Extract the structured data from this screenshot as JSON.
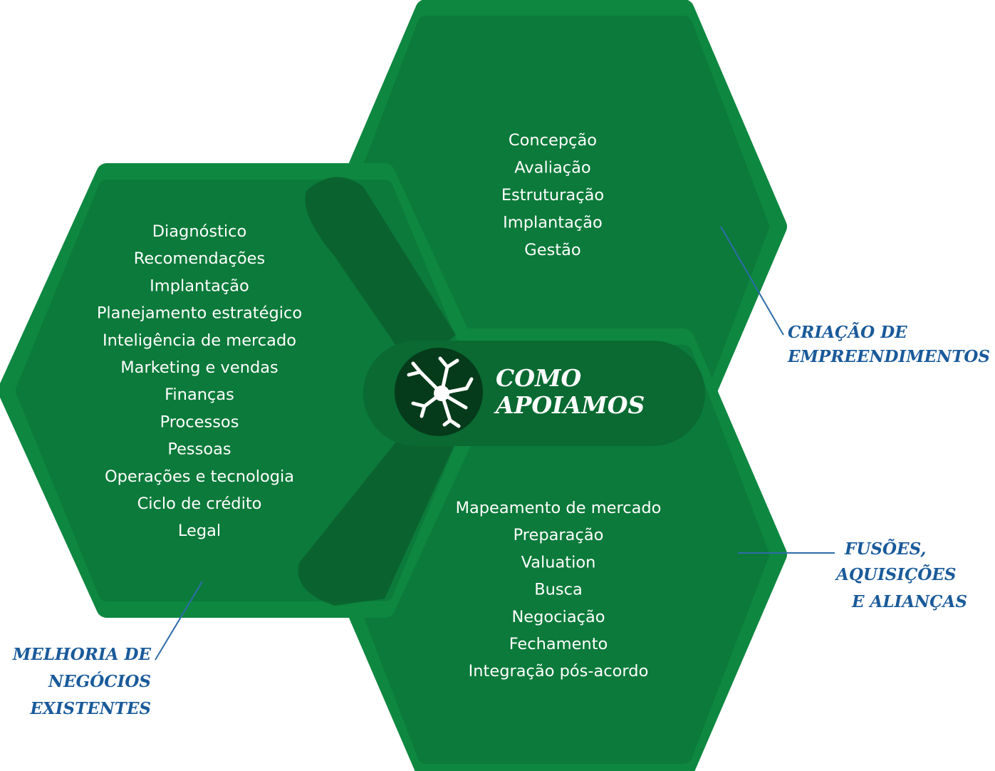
{
  "colors": {
    "hex_fill": "#0b7a3a",
    "hex_rim": "#0e8740",
    "overlap": "#0a5f2d",
    "center_pill": "#0a6a32",
    "center_core": "#053a1a",
    "callout_text": "#1a5a9a",
    "leader_line": "#2d6ca8"
  },
  "center": {
    "icon": "neuron-icon",
    "line1": "COMO",
    "line2": "APOIAMOS"
  },
  "sections": {
    "criacao": {
      "label_line1": "CRIAÇÃO DE",
      "label_line2": "EMPREENDIMENTOS",
      "items": [
        "Concepção",
        "Avaliação",
        "Estruturação",
        "Implantação",
        "Gestão"
      ]
    },
    "melhoria": {
      "label_line1": "MELHORIA DE",
      "label_line2": "NEGÓCIOS",
      "label_line3": "EXISTENTES",
      "items": [
        "Diagnóstico",
        "Recomendações",
        "Implantação",
        "Planejamento estratégico",
        "Inteligência de mercado",
        "Marketing e vendas",
        "Finanças",
        "Processos",
        "Pessoas",
        "Operações e tecnologia",
        "Ciclo de crédito",
        "Legal"
      ]
    },
    "fusoes": {
      "label_line1": "FUSÕES,",
      "label_line2": "AQUISIÇÕES",
      "label_line3": "E ALIANÇAS",
      "items": [
        "Mapeamento de mercado",
        "Preparação",
        "Valuation",
        "Busca",
        "Negociação",
        "Fechamento",
        "Integração pós-acordo"
      ]
    }
  }
}
